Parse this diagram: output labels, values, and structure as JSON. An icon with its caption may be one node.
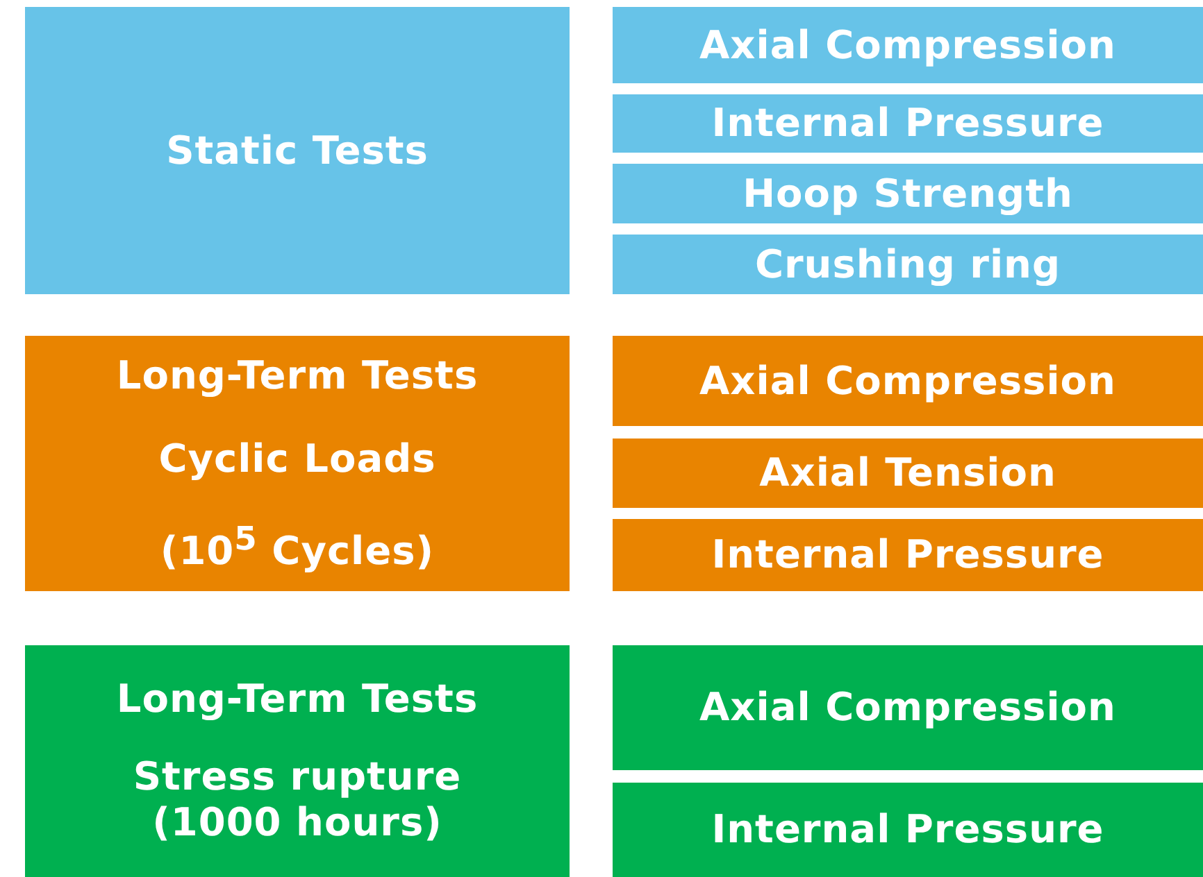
{
  "diagram": {
    "nodes": [
      {
        "text": [
          "Static Tests"
        ]
      },
      {
        "text": [
          "Axial Compression"
        ]
      },
      {
        "text": [
          "Internal Pressure"
        ]
      },
      {
        "text": [
          "Hoop Strength"
        ]
      },
      {
        "text": [
          "Crushing ring"
        ]
      },
      {
        "text": [
          "Long-Term Tests",
          "Cyclic Loads",
          "(10$^{5}$ Cycles)"
        ]
      },
      {
        "text": [
          "Axial Compression"
        ]
      },
      {
        "text": [
          "Axial Tension"
        ]
      },
      {
        "text": [
          "Internal Pressure"
        ]
      },
      {
        "text": [
          "Long-Term Tests",
          "Stress rupture (1000 hours)"
        ]
      },
      {
        "text": [
          "Axial Compression"
        ]
      },
      {
        "text": [
          "Internal Pressure"
        ]
      }
    ]
  }
}
